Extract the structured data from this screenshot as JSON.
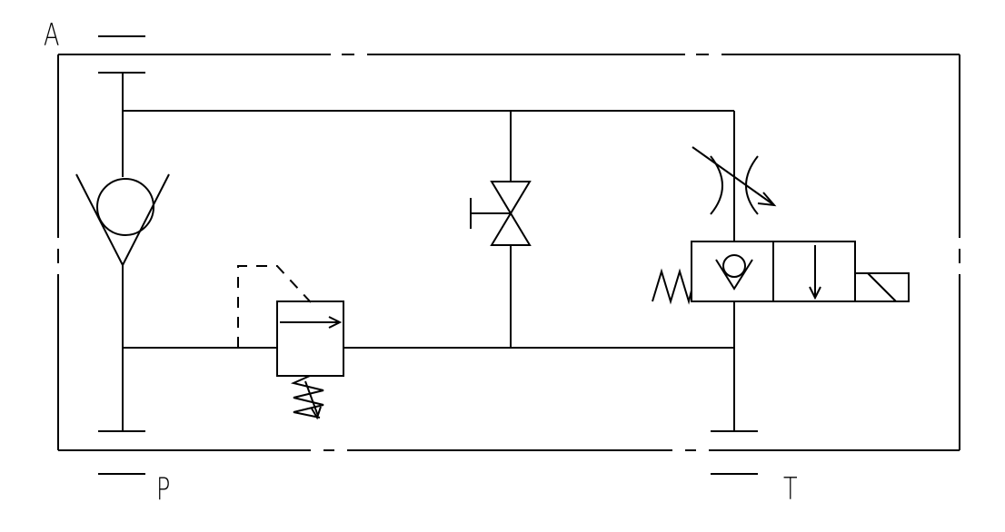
{
  "ports": {
    "a": "A",
    "p": "P",
    "t": "T"
  },
  "colors": {
    "line": "#000000",
    "background": "#ffffff"
  }
}
